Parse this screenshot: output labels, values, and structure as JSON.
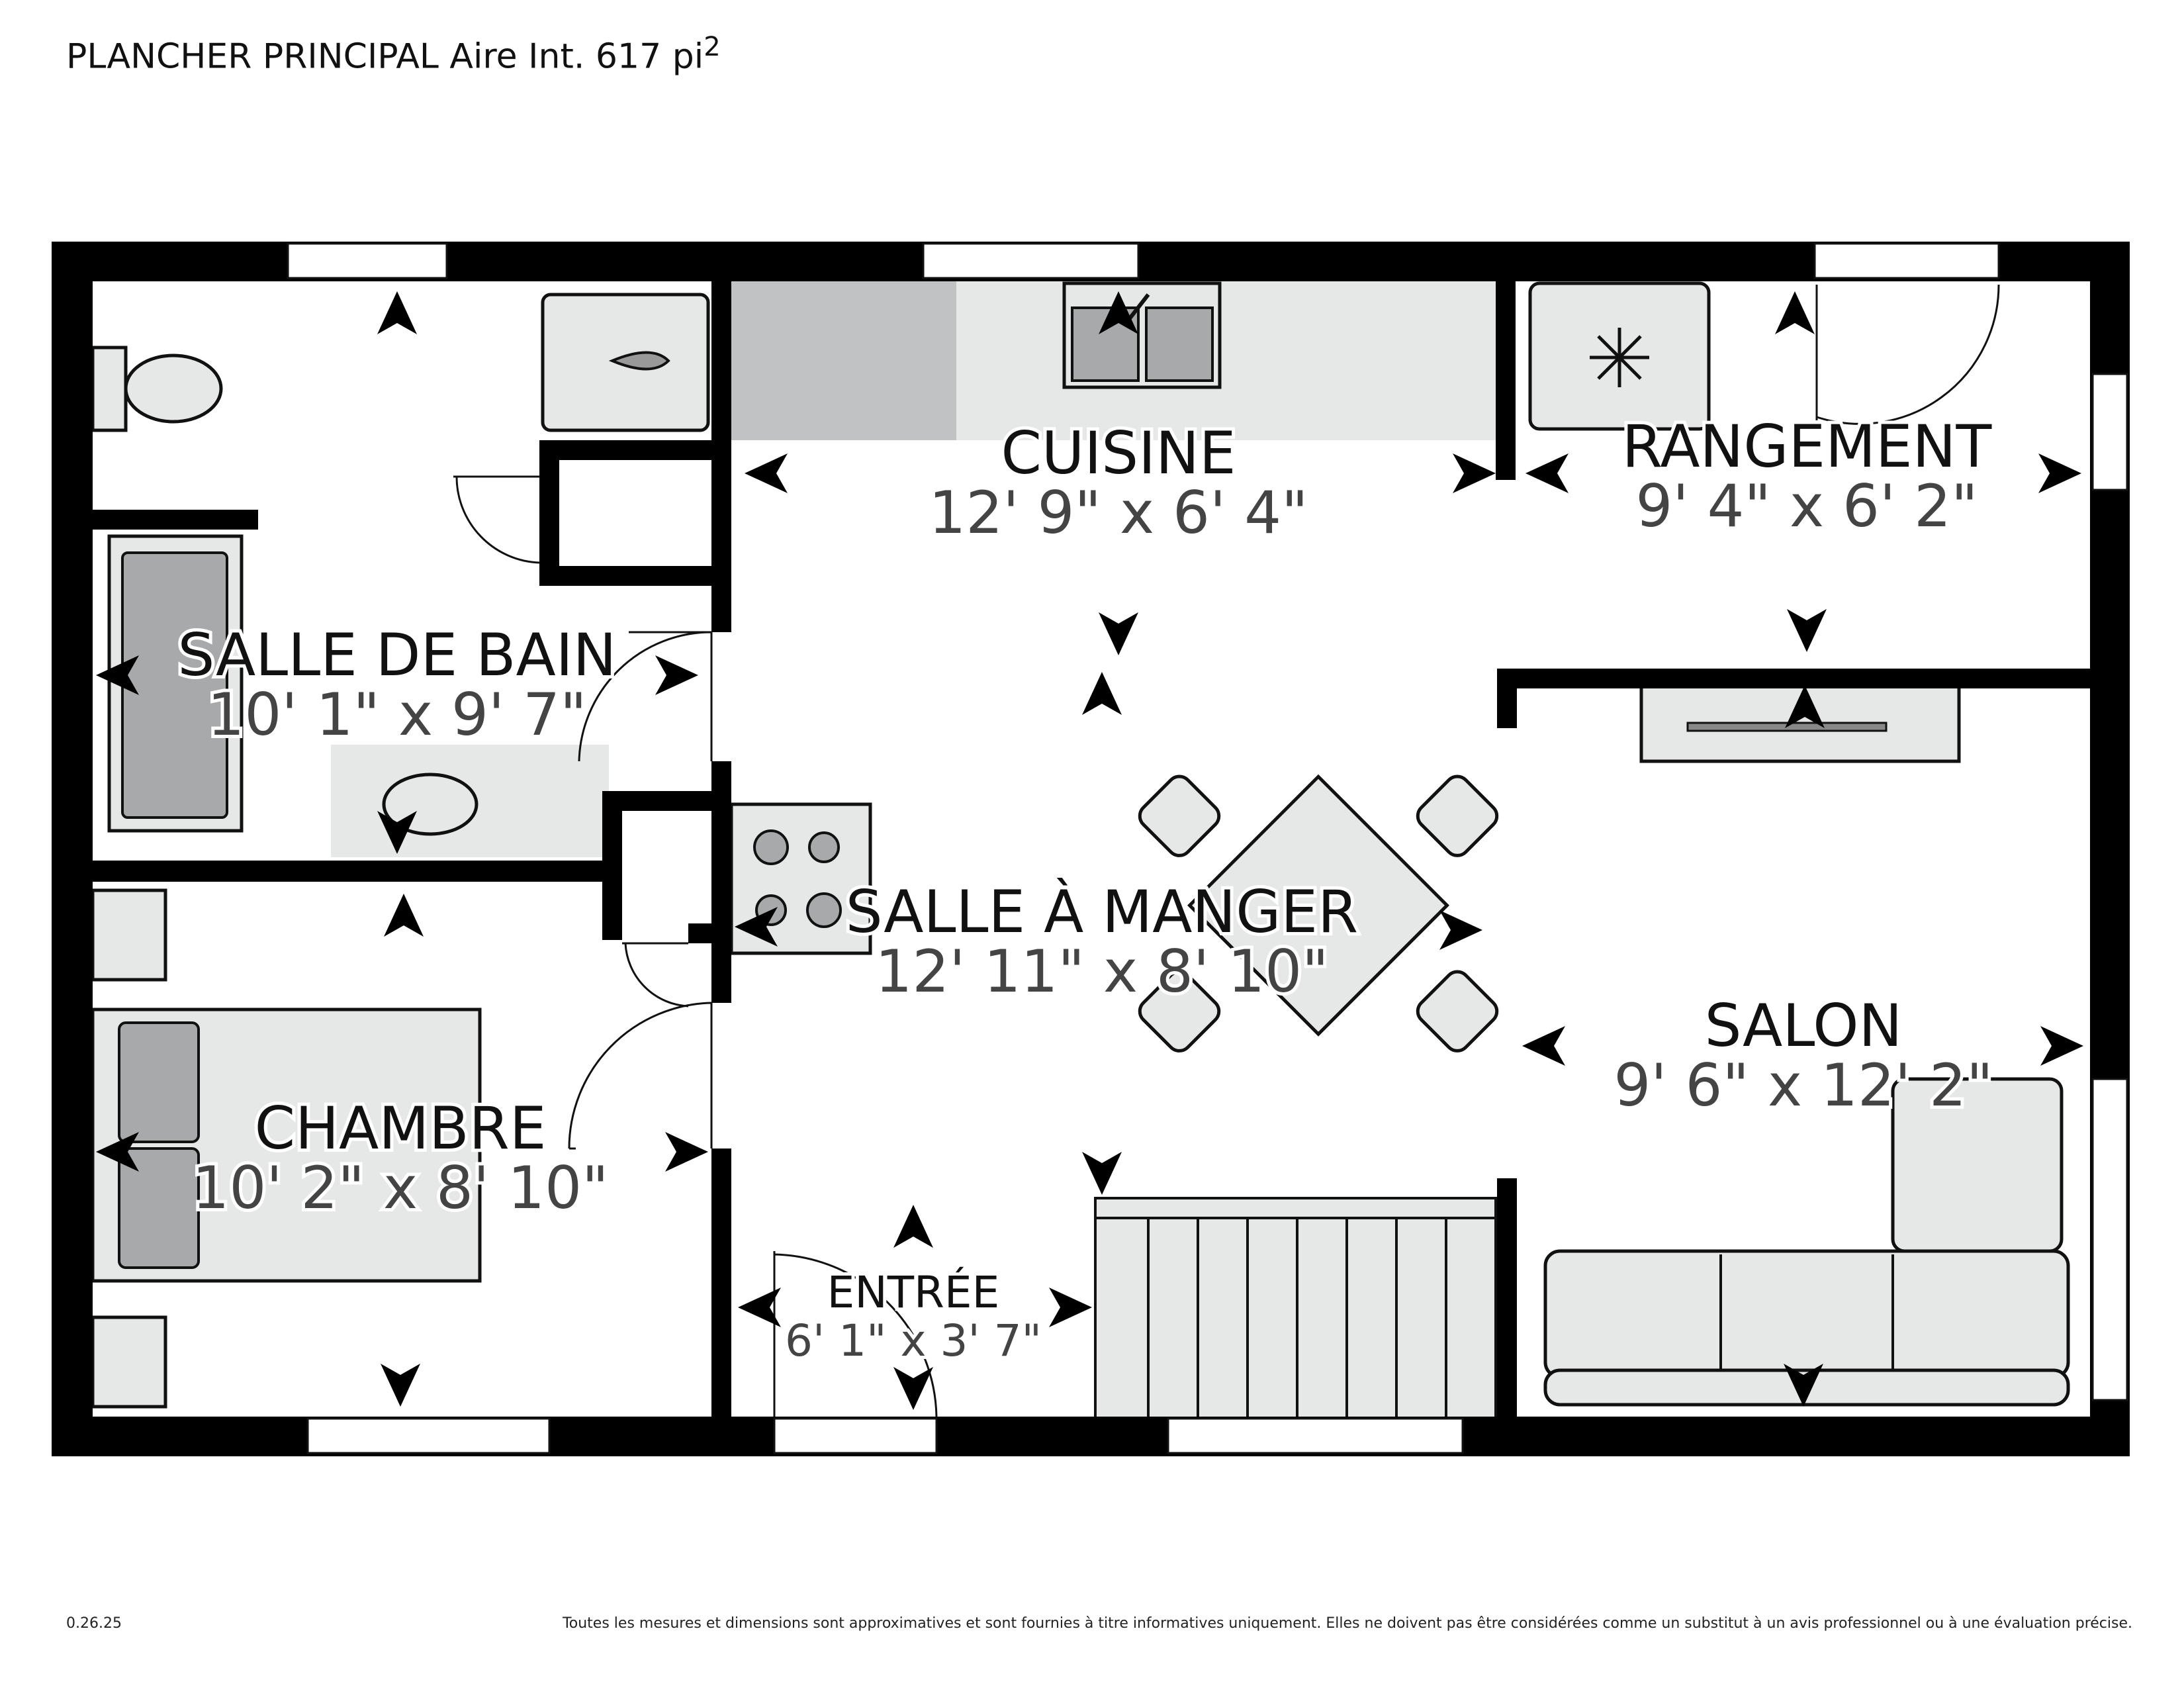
{
  "header": {
    "floor": "PLANCHER PRINCIPAL",
    "area_label": "Aire Int.",
    "area_value": "617",
    "area_unit": "pi",
    "area_unit_sup": "2"
  },
  "footer": {
    "version": "0.26.25",
    "disclaimer": "Toutes les mesures et dimensions sont approximatives et sont fournies à titre informatives uniquement. Elles ne doivent pas être considérées comme un substitut à un avis professionnel ou à une évaluation précise."
  },
  "rooms": [
    {
      "id": "cuisine",
      "name": "CUISINE",
      "dims": "12' 9\" x 6' 4\""
    },
    {
      "id": "rangement",
      "name": "RANGEMENT",
      "dims": "9' 4\" x 6' 2\""
    },
    {
      "id": "salle_de_bain",
      "name": "SALLE DE BAIN",
      "dims": "10' 1\" x 9' 7\""
    },
    {
      "id": "salle_a_manger",
      "name": "SALLE À MANGER",
      "dims": "12' 11\" x 8' 10\""
    },
    {
      "id": "salon",
      "name": "SALON",
      "dims": "9' 6\" x 12' 2\""
    },
    {
      "id": "chambre",
      "name": "CHAMBRE",
      "dims": "10' 2\" x 8' 10\""
    },
    {
      "id": "entree",
      "name": "ENTRÉE",
      "dims": "6' 1\" x 3' 7\""
    }
  ],
  "colors": {
    "wall": "#000000",
    "fixture": "#e6e7e7",
    "fixture_dark": "#a8a9ab",
    "dimension_text": "#444444"
  },
  "icons": [
    "snowflake-icon",
    "dimension-arrow-icon"
  ]
}
